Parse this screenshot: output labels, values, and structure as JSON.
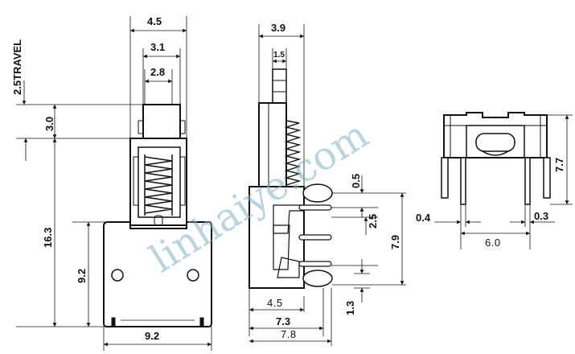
{
  "watermark": "linhaiye.com",
  "front_view": {
    "travel": "2.5TRAVEL",
    "width_top": "4.5",
    "width_mid": "3.1",
    "width_stem": "2.8",
    "cap_height": "3.0",
    "total_height": "16.3",
    "body_height": "9.2",
    "body_width": "9.2"
  },
  "side_view": {
    "top_width": "3.9",
    "stem_width": "1.5",
    "pin_offset_top": "0.5",
    "pin_pitch": "2.5",
    "pin_span": "7.9",
    "base_width_1": "4.5",
    "base_width_2": "7.3",
    "base_width_3": "7.8",
    "pin_length": "1.3"
  },
  "bottom_view": {
    "height": "7.7",
    "pin_left": "0.4",
    "pin_right": "0.3",
    "pin_spacing": "6.0"
  }
}
